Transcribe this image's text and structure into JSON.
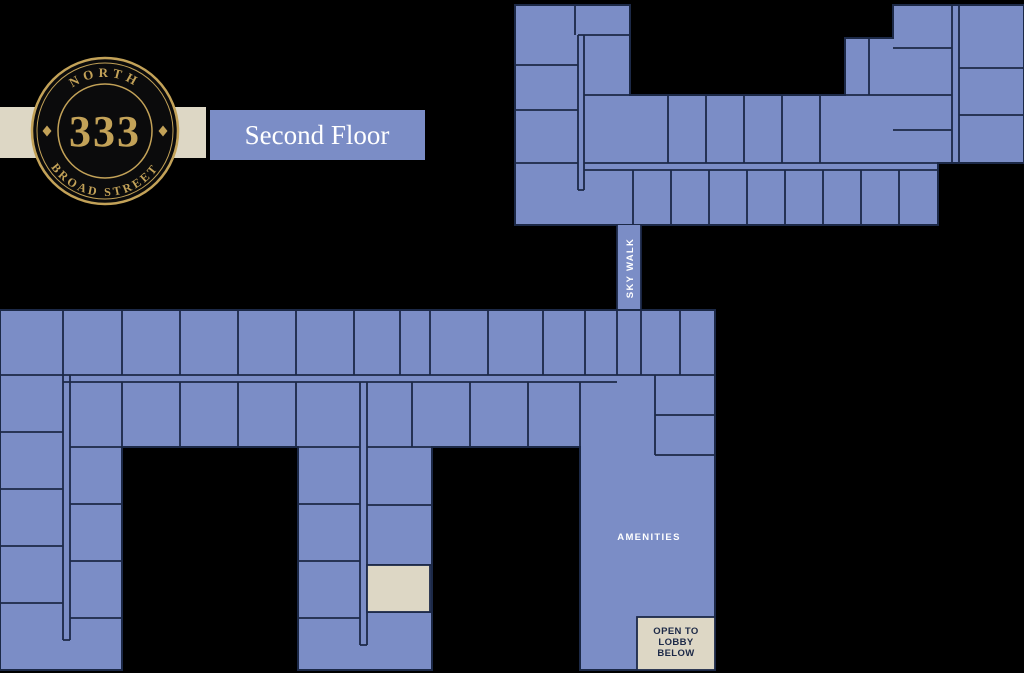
{
  "logo": {
    "arc_top": "NORTH",
    "number": "333",
    "arc_bottom": "BROAD STREET"
  },
  "banner": {
    "title": "Second Floor"
  },
  "labels": {
    "sky_walk": "SKY WALK",
    "amenities": "AMENITIES",
    "open_to_lobby_lines": [
      "OPEN TO",
      "LOBBY",
      "BELOW"
    ]
  },
  "colors": {
    "background": "#000000",
    "building_fill": "#7b8dc6",
    "unit_outline": "#1c2947",
    "cream": "#ddd7c5",
    "gold": "#c3a258",
    "logo_disc": "#0b0b0c",
    "label_text": "#ffffff",
    "lobby_text": "#1c2947"
  }
}
